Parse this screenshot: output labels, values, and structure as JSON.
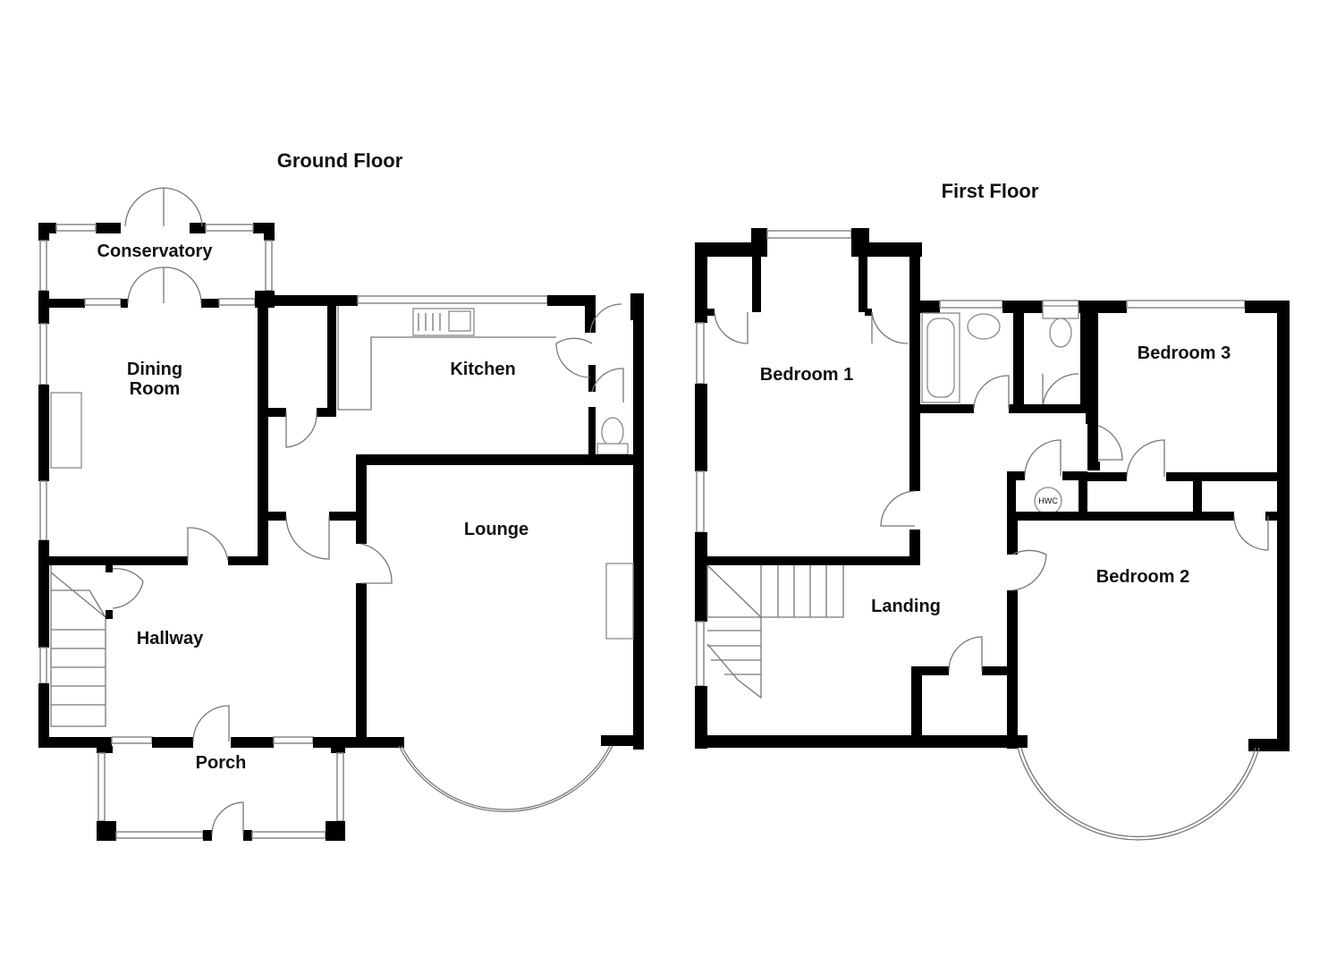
{
  "floors": [
    {
      "title": "Ground Floor",
      "rooms": {
        "conservatory": "Conservatory",
        "dining_line1": "Dining",
        "dining_line2": "Room",
        "kitchen": "Kitchen",
        "lounge": "Lounge",
        "hallway": "Hallway",
        "porch": "Porch"
      }
    },
    {
      "title": "First Floor",
      "rooms": {
        "bedroom1": "Bedroom 1",
        "bedroom2": "Bedroom 2",
        "bedroom3": "Bedroom 3",
        "landing": "Landing"
      },
      "fixtures": {
        "hwc": "HWC"
      }
    }
  ]
}
